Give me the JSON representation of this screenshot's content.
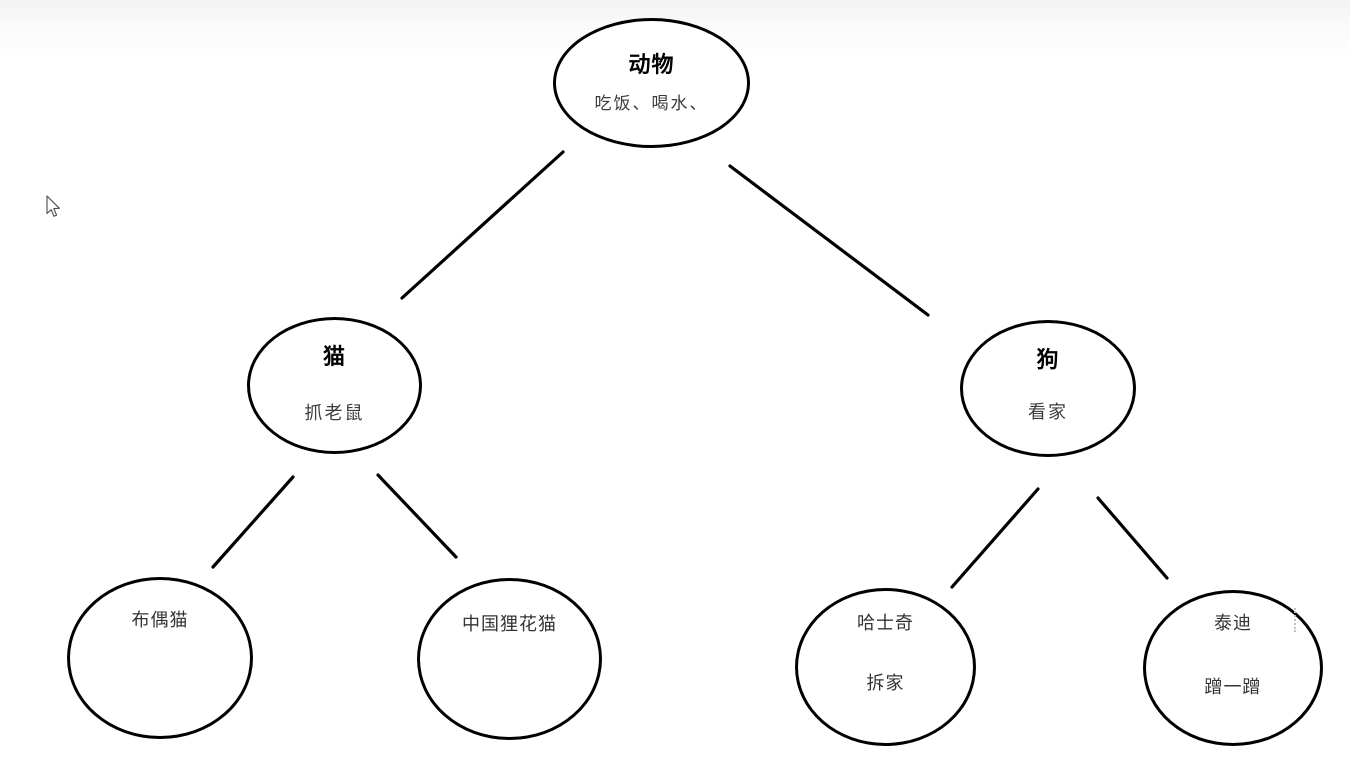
{
  "app": {
    "view": "mind-map-canvas"
  },
  "diagram": {
    "nodes": [
      {
        "id": "animal",
        "title": "动物",
        "subtitle": "吃饭、喝水、"
      },
      {
        "id": "cat",
        "title": "猫",
        "subtitle": "抓老鼠"
      },
      {
        "id": "dog",
        "title": "狗",
        "subtitle": "看家"
      },
      {
        "id": "ragdoll-cat",
        "title": "布偶猫",
        "subtitle": ""
      },
      {
        "id": "chinese-li-hua-cat",
        "title": "中国狸花猫",
        "subtitle": ""
      },
      {
        "id": "husky",
        "title": "哈士奇",
        "subtitle": "拆家"
      },
      {
        "id": "teddy",
        "title": "泰迪",
        "subtitle": "蹭一蹭"
      }
    ],
    "edges": [
      {
        "from": "动物",
        "to": "猫"
      },
      {
        "from": "动物",
        "to": "狗"
      },
      {
        "from": "猫",
        "to": "布偶猫"
      },
      {
        "from": "猫",
        "to": "中国狸花猫"
      },
      {
        "from": "狗",
        "to": "哈士奇"
      },
      {
        "from": "狗",
        "to": "泰迪"
      }
    ],
    "colors": {
      "node_fill": "#ffffff",
      "node_stroke": "#000000",
      "title_text": "#000000",
      "subtitle_text": "#3c3c3c",
      "background_top": "#f3f3f3",
      "background_bottom": "#ffffff"
    }
  }
}
